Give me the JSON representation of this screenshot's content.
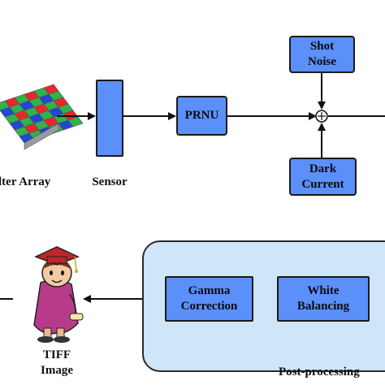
{
  "top_row": {
    "cfa_label": "lter Array",
    "sensor_label": "Sensor",
    "prnu_label": "PRNU",
    "shot_noise_line1": "Shot",
    "shot_noise_line2": "Noise",
    "dark_current_line1": "Dark",
    "dark_current_line2": "Current"
  },
  "bottom_row": {
    "gamma_line1": "Gamma",
    "gamma_line2": "Correction",
    "white_line1": "White",
    "white_line2": "Balancing",
    "postprocessing_label": "Post-processing",
    "tiff_line1": "TIFF",
    "tiff_line2": "Image"
  },
  "colors": {
    "box_fill": "#5b8ff9",
    "container_fill": "#cfe6f8",
    "cfa_red": "#e8262b",
    "cfa_green": "#2fb34a",
    "cfa_blue": "#2346d6"
  }
}
